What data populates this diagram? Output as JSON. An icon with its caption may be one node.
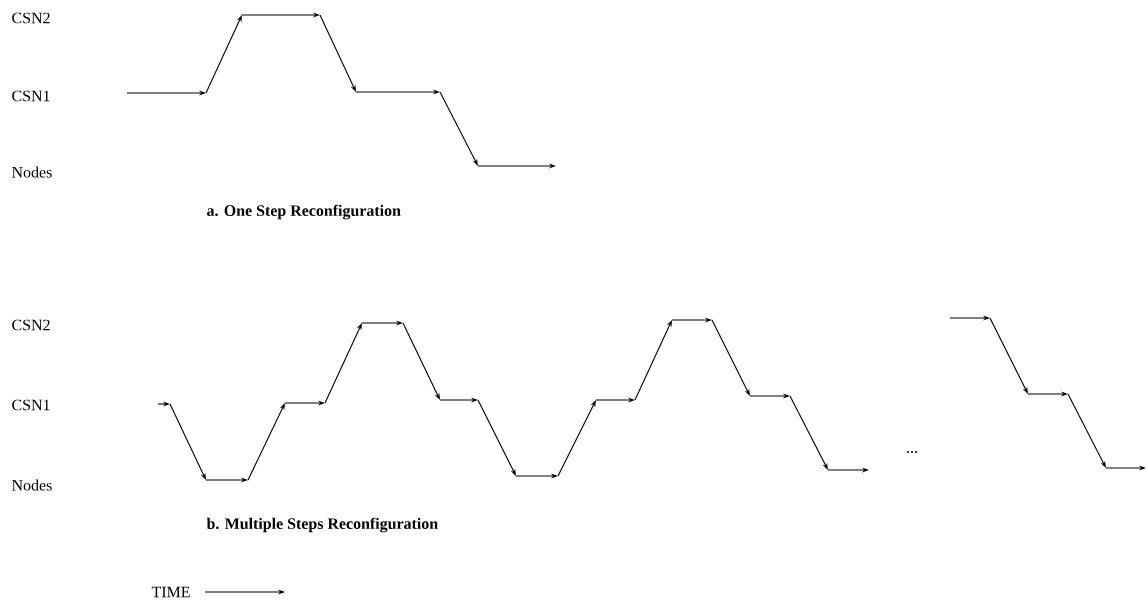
{
  "diagram": {
    "labels": [
      "CSN2",
      "CSN1",
      "Nodes",
      "a. One Step Reconfiguration",
      "CSN2",
      "CSN1",
      "Nodes",
      "b. Multiple Steps Reconfiguration",
      "...",
      "TIME"
    ]
  }
}
